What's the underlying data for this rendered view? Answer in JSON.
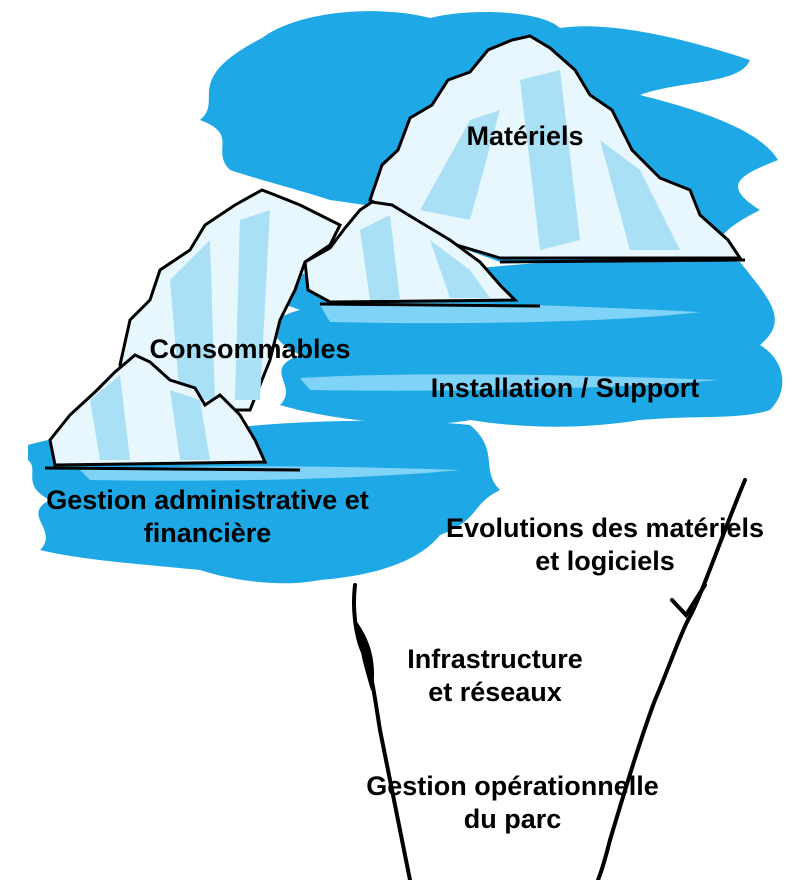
{
  "colors": {
    "sea": "#1ea8e6",
    "sea_light": "#7fd3f7",
    "ice": "#e8f7fd",
    "ice_shadow": "#a9e0f6",
    "outline": "#000000",
    "text": "#000000"
  },
  "labels": {
    "materiels": "Matériels",
    "consommables": "Consommables",
    "installation": "Installation / Support",
    "gestion_admin": [
      "Gestion administrative et",
      "financière"
    ],
    "evolutions": [
      "Evolutions des matériels",
      "et logiciels"
    ],
    "infrastructure": [
      "Infrastructure",
      "et réseaux"
    ],
    "gestion_operationnelle": [
      "Gestion opérationnelle",
      "du parc"
    ]
  }
}
